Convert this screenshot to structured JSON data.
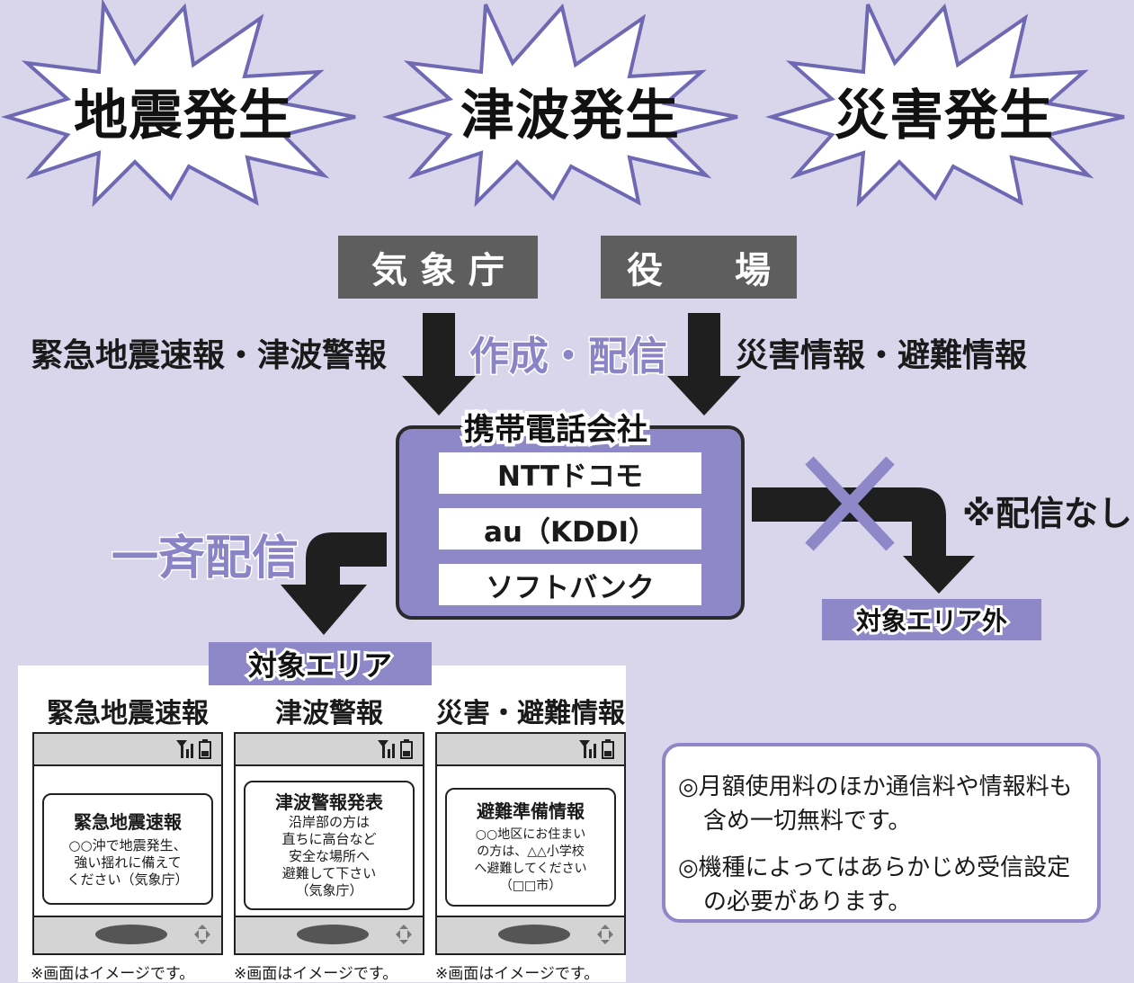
{
  "bursts": [
    "地震発生",
    "津波発生",
    "災害発生"
  ],
  "sources": {
    "left": "気 象 庁",
    "right": "役　　場"
  },
  "labels": {
    "left": "緊急地震速報・津波警報",
    "center": "作成・配信",
    "right": "災害情報・避難情報"
  },
  "carrier": {
    "title": "携帯電話会社",
    "companies": [
      "NTTドコモ",
      "au（KDDI）",
      "ソフトバンク"
    ]
  },
  "broadcast_label": "一斉配信",
  "no_delivery_label": "※配信なし",
  "outside_area_label": "対象エリア外",
  "target_area_label": "対象エリア",
  "phones": [
    {
      "title": "緊急地震速報",
      "message_title": "緊急地震速報",
      "message_body": "○○沖で地震発生、\n強い揺れに備えて\nください（気象庁）",
      "caption": "※画面はイメージです。"
    },
    {
      "title": "津波警報",
      "message_title": "津波警報発表",
      "message_body": "沿岸部の方は\n直ちに高台など\n安全な場所へ\n避難して下さい\n（気象庁）",
      "caption": "※画面はイメージです。"
    },
    {
      "title": "災害・避難情報",
      "message_title": "避難準備情報",
      "message_body": "○○地区にお住まい\nの方は、△△小学校\nへ避難してください\n（□□市）",
      "caption": "※画面はイメージです。"
    }
  ],
  "notes": {
    "line1": "◎月額使用料のほか通信料や情報料も",
    "line2": "含め一切無料です。",
    "line3": "◎機種によってはあらかじめ受信設定",
    "line4": "の必要があります。"
  },
  "colors": {
    "background": "#d9d5ea",
    "accent_purple": "#8e88c8",
    "burst_outline": "#6f68b3",
    "source_box": "#5e5e5e",
    "arrow": "#1f1f1f"
  }
}
